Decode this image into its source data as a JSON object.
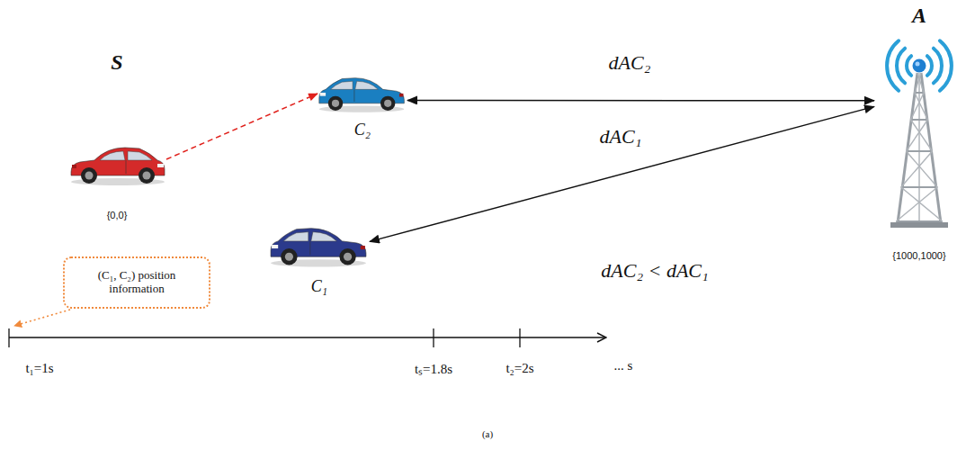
{
  "diagram": {
    "caption": "(a)",
    "nodes": [
      {
        "text": [
          "S",
          "{0,0}"
        ]
      },
      {
        "text": [
          "C₂"
        ]
      },
      {
        "text": [
          "A",
          "{1000,1000}"
        ]
      },
      {
        "text": [
          "C₁"
        ]
      },
      {
        "text": [
          "(C₁, C₂) position information"
        ]
      }
    ],
    "edges": [
      {
        "from": 0,
        "to": 1,
        "arrow": "to"
      },
      {
        "from": 2,
        "to": 1,
        "label": "dAC₂",
        "arrow": "both"
      },
      {
        "from": 2,
        "to": 3,
        "label": "dAC₁",
        "arrow": "both"
      }
    ],
    "labels": [
      "dAC₂ < dAC₁",
      "t₁=1s",
      "tₛ=1.8s",
      "t₂=2s",
      "... s"
    ]
  }
}
